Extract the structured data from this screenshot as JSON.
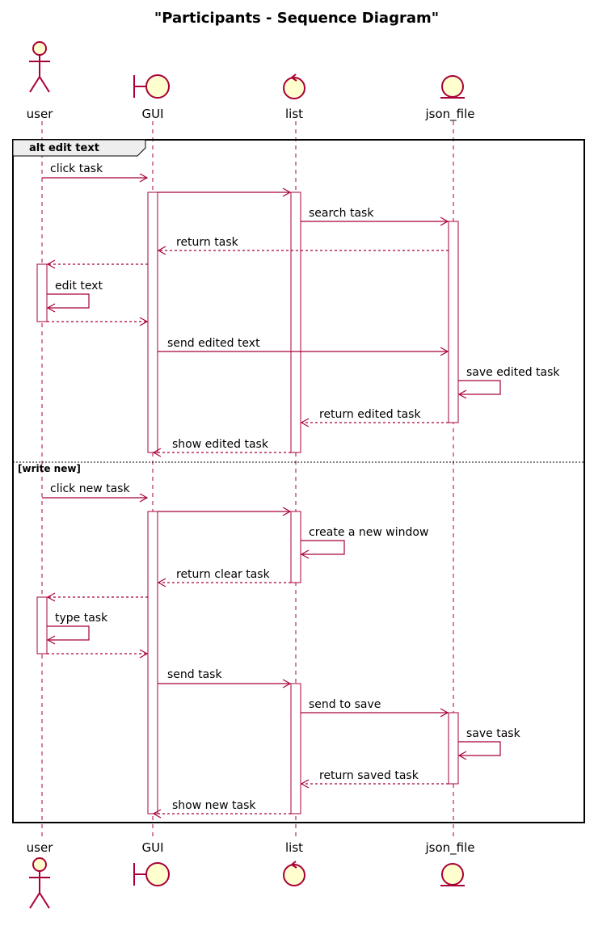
{
  "title": "\"Participants - Sequence Diagram\"",
  "participants": [
    {
      "id": "user",
      "label": "user",
      "kind": "actor"
    },
    {
      "id": "gui",
      "label": "GUI",
      "kind": "boundary"
    },
    {
      "id": "list",
      "label": "list",
      "kind": "control"
    },
    {
      "id": "json_file",
      "label": "json_file",
      "kind": "entity"
    }
  ],
  "fragment": {
    "label": "alt edit text",
    "else_label": "[write new]"
  },
  "messages": [
    {
      "from": "user",
      "to": "gui",
      "label": "click task",
      "kind": "sync"
    },
    {
      "from": "gui",
      "to": "list",
      "label": "",
      "kind": "sync"
    },
    {
      "from": "list",
      "to": "json_file",
      "label": "search task",
      "kind": "sync"
    },
    {
      "from": "json_file",
      "to": "gui",
      "label": "return task",
      "kind": "return"
    },
    {
      "from": "gui",
      "to": "user",
      "label": "",
      "kind": "return"
    },
    {
      "from": "user",
      "to": "user",
      "label": "edit text",
      "kind": "self"
    },
    {
      "from": "user",
      "to": "gui",
      "label": "",
      "kind": "return"
    },
    {
      "from": "gui",
      "to": "json_file",
      "label": "send edited text",
      "kind": "sync"
    },
    {
      "from": "json_file",
      "to": "json_file",
      "label": "save edited task",
      "kind": "self"
    },
    {
      "from": "json_file",
      "to": "list",
      "label": "return edited task",
      "kind": "return"
    },
    {
      "from": "list",
      "to": "gui",
      "label": "show edited task",
      "kind": "return"
    },
    {
      "from": "user",
      "to": "gui",
      "label": "click new task",
      "kind": "sync"
    },
    {
      "from": "gui",
      "to": "list",
      "label": "",
      "kind": "sync"
    },
    {
      "from": "list",
      "to": "list",
      "label": "create a new window",
      "kind": "self"
    },
    {
      "from": "list",
      "to": "gui",
      "label": "return clear task",
      "kind": "return"
    },
    {
      "from": "gui",
      "to": "user",
      "label": "",
      "kind": "return"
    },
    {
      "from": "user",
      "to": "user",
      "label": "type task",
      "kind": "self"
    },
    {
      "from": "user",
      "to": "gui",
      "label": "",
      "kind": "return"
    },
    {
      "from": "gui",
      "to": "list",
      "label": "send task",
      "kind": "sync"
    },
    {
      "from": "list",
      "to": "json_file",
      "label": "send to save",
      "kind": "sync"
    },
    {
      "from": "json_file",
      "to": "json_file",
      "label": "save task",
      "kind": "self"
    },
    {
      "from": "json_file",
      "to": "list",
      "label": "return saved task",
      "kind": "return"
    },
    {
      "from": "list",
      "to": "gui",
      "label": "show new task",
      "kind": "return"
    }
  ],
  "colors": {
    "line": "#A80036",
    "fill": "#FEFECE",
    "background": "#FFFFFF"
  }
}
